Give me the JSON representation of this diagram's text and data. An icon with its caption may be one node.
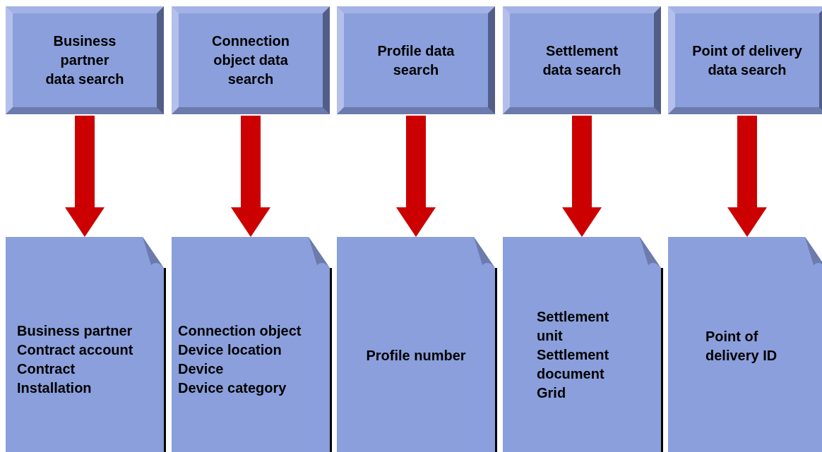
{
  "diagram": {
    "nodes": [
      {
        "text": [
          "Business partner data search"
        ]
      },
      {
        "text": [
          "Connection object data search"
        ]
      },
      {
        "text": [
          "Profile data search"
        ]
      },
      {
        "text": [
          "Settlement data search"
        ]
      },
      {
        "text": [
          "Point of delivery data search"
        ]
      },
      {
        "text": [
          "Business partner",
          "Contract account",
          "Contract",
          "Installation"
        ]
      },
      {
        "text": [
          "Connection object",
          "Device location",
          "Device",
          "Device category"
        ]
      },
      {
        "text": [
          "Profile number"
        ]
      },
      {
        "text": [
          "Settlement unit",
          "Settlement document",
          "Grid"
        ]
      },
      {
        "text": [
          "Point of delivery ID"
        ]
      }
    ],
    "edges": [
      {
        "from": 0,
        "to": 5,
        "arrow": "to"
      },
      {
        "from": 1,
        "to": 6,
        "arrow": "to"
      },
      {
        "from": 2,
        "to": 7,
        "arrow": "to"
      },
      {
        "from": 3,
        "to": 8,
        "arrow": "to"
      },
      {
        "from": 4,
        "to": 9,
        "arrow": "to"
      }
    ]
  }
}
